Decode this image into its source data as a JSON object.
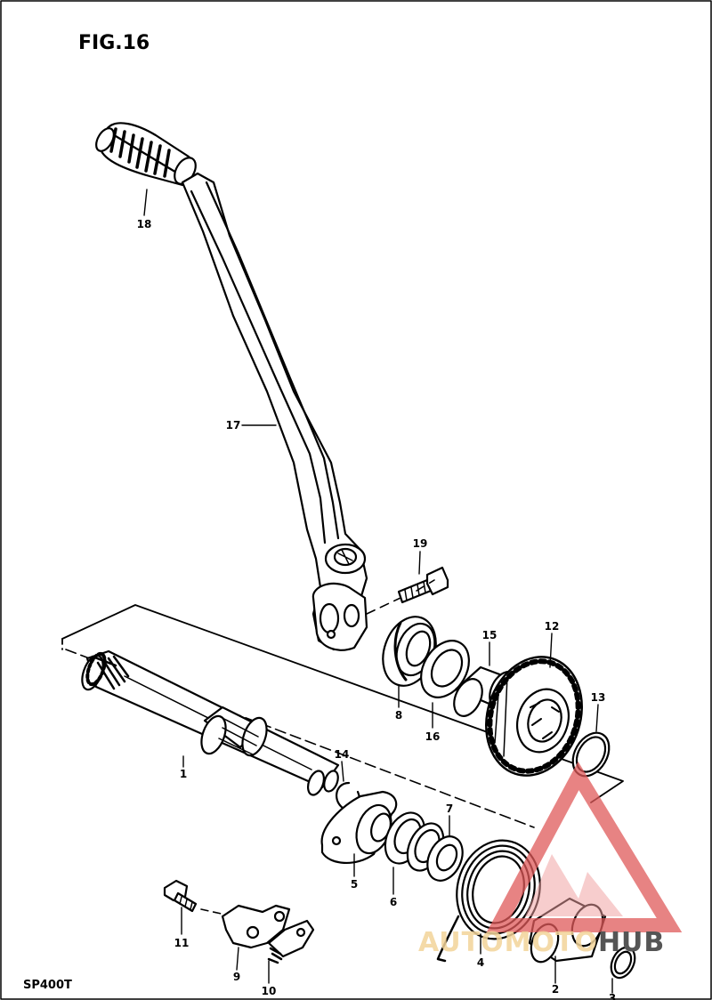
{
  "figure": {
    "title": "FIG.16",
    "model": "SP400T"
  },
  "parts": [
    {
      "id": "lbl-18",
      "number": "18",
      "name": "kick-pedal-grip"
    },
    {
      "id": "lbl-17",
      "number": "17",
      "name": "kick-starter-lever"
    },
    {
      "id": "lbl-19",
      "number": "19",
      "name": "lever-bolt"
    },
    {
      "id": "lbl-15",
      "number": "15",
      "name": "spacer"
    },
    {
      "id": "lbl-12",
      "number": "12",
      "name": "kick-gear"
    },
    {
      "id": "lbl-8",
      "number": "8",
      "name": "oil-seal"
    },
    {
      "id": "lbl-16",
      "number": "16",
      "name": "washer"
    },
    {
      "id": "lbl-13",
      "number": "13",
      "name": "circlip"
    },
    {
      "id": "lbl-1",
      "number": "1",
      "name": "kick-starter-shaft"
    },
    {
      "id": "lbl-14",
      "number": "14",
      "name": "circlip"
    },
    {
      "id": "lbl-7",
      "number": "7",
      "name": "washer"
    },
    {
      "id": "lbl-5",
      "number": "5",
      "name": "spring-guide"
    },
    {
      "id": "lbl-6",
      "number": "6",
      "name": "washer"
    },
    {
      "id": "lbl-4",
      "number": "4",
      "name": "return-spring"
    },
    {
      "id": "lbl-11",
      "number": "11",
      "name": "bolt"
    },
    {
      "id": "lbl-9",
      "number": "9",
      "name": "stopper-plate"
    },
    {
      "id": "lbl-10",
      "number": "10",
      "name": "lock-washer"
    },
    {
      "id": "lbl-2",
      "number": "2",
      "name": "pawl"
    },
    {
      "id": "lbl-3",
      "number": "3",
      "name": "circlip"
    }
  ],
  "watermark": {
    "part1": "AUTOMOTO",
    "part2": "HUB",
    "colors": {
      "logo": "#e05a5a",
      "text_a": "#f3d49a",
      "text_b": "#555555"
    }
  }
}
